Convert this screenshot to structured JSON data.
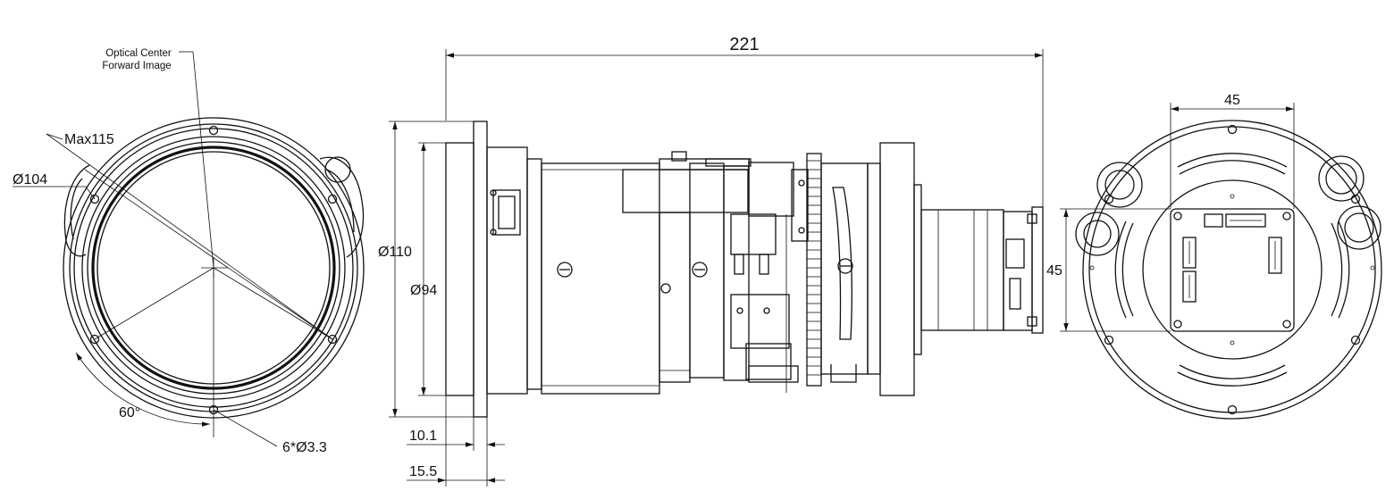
{
  "labels": {
    "optical_center": "Optical Center",
    "forward_image": "Forward Image",
    "max_diameter": "Max115",
    "flange_diameter": "Ø104",
    "hole_angle": "60°",
    "holes": "6*Ø3.3",
    "overall_length": "221",
    "outer_diameter": "Ø110",
    "inner_diameter": "Ø94",
    "flange_thickness_1": "10.1",
    "flange_thickness_2": "15.5",
    "board_width": "45",
    "board_height": "45"
  },
  "colors": {
    "line": "#111111",
    "background": "#ffffff"
  }
}
